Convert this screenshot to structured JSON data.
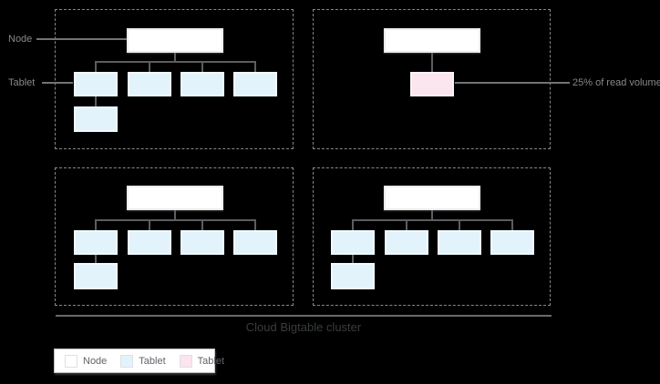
{
  "diagram": {
    "labels": {
      "node_pointer": "Node",
      "tablet_pointer": "Tablet",
      "read_volume_annotation": "25% of read volume",
      "cluster_caption": "Cloud Bigtable cluster"
    },
    "groups": [
      {
        "name": "node-group-1",
        "tablet_count": 5,
        "highlighted_tablets": 0
      },
      {
        "name": "node-group-2",
        "tablet_count": 1,
        "highlighted_tablets": 1,
        "annotation": "25% of read volume"
      },
      {
        "name": "node-group-3",
        "tablet_count": 5,
        "highlighted_tablets": 0
      },
      {
        "name": "node-group-4",
        "tablet_count": 5,
        "highlighted_tablets": 0
      }
    ],
    "legend": {
      "items": [
        {
          "label": "Node",
          "color": "#ffffff"
        },
        {
          "label": "Tablet",
          "color": "#e2f3fb"
        },
        {
          "label": "Tablet",
          "color": "#fbe5ef"
        }
      ]
    },
    "colors": {
      "background": "#000000",
      "node_fill": "#ffffff",
      "tablet_fill": "#e2f3fb",
      "highlight_tablet_fill": "#fbe5ef",
      "connector_line": "#5a5e62",
      "dashed_border": "#878787",
      "label_text": "#85898d",
      "caption_text": "#393c3f"
    }
  }
}
